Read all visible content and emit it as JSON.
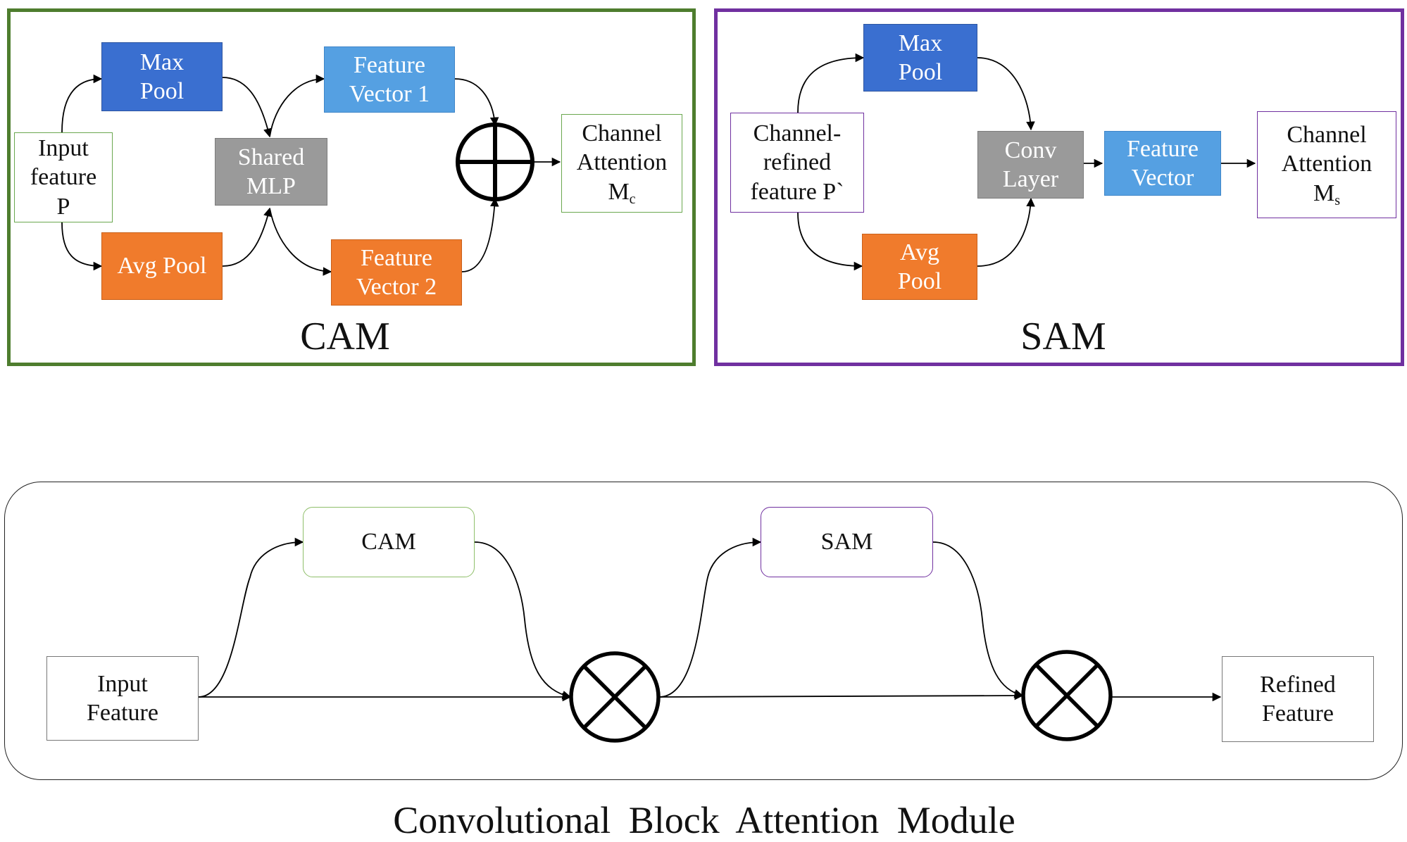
{
  "cam": {
    "title": "CAM",
    "max_pool": [
      "Max",
      "Pool"
    ],
    "avg_pool": "Avg Pool",
    "input": [
      "Input",
      "feature",
      "P"
    ],
    "shared_mlp": [
      "Shared",
      "MLP"
    ],
    "feature_vector_1": [
      "Feature",
      "Vector 1"
    ],
    "feature_vector_2": [
      "Feature",
      "Vector 2"
    ],
    "output": [
      "Channel",
      "Attention",
      "M",
      "c"
    ]
  },
  "sam": {
    "title": "SAM",
    "input": [
      "Channel-",
      "refined",
      "feature P`"
    ],
    "max_pool": [
      "Max",
      "Pool"
    ],
    "avg_pool": [
      "Avg",
      "Pool"
    ],
    "conv": [
      "Conv",
      "Layer"
    ],
    "feature_vector": [
      "Feature",
      "Vector"
    ],
    "output": [
      "Channel",
      "Attention",
      "M",
      "s"
    ]
  },
  "cbam": {
    "title": "Convolutional Block Attention Module",
    "input": [
      "Input",
      "Feature"
    ],
    "cam": "CAM",
    "sam": "SAM",
    "output": [
      "Refined",
      "Feature"
    ]
  },
  "colors": {
    "cam_frame": "#4e7d2e",
    "sam_frame": "#7030a0",
    "max_pool": "#3a6fd0",
    "feature_vector": "#55a0e2",
    "avg_pool": "#f07b2c",
    "mlp_conv": "#9a9a9a"
  }
}
